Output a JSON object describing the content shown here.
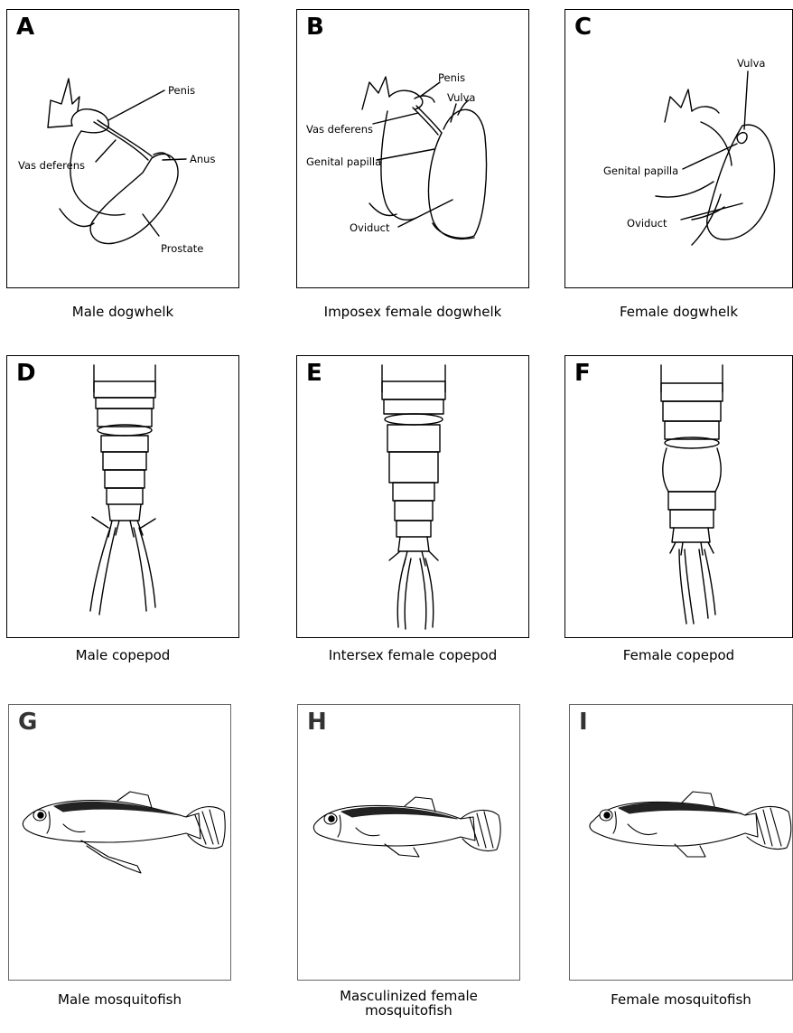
{
  "rows": [
    {
      "group": "dogwhelk",
      "panels": [
        {
          "letter": "A",
          "caption": "Male dogwhelk",
          "labels": {
            "penis": "Penis",
            "vas_deferens": "Vas deferens",
            "anus": "Anus",
            "prostate": "Prostate"
          }
        },
        {
          "letter": "B",
          "caption": "Imposex female dogwhelk",
          "labels": {
            "penis": "Penis",
            "vulva": "Vulva",
            "vas_deferens": "Vas deferens",
            "genital_papilla": "Genital papilla",
            "oviduct": "Oviduct"
          }
        },
        {
          "letter": "C",
          "caption": "Female dogwhelk",
          "labels": {
            "vulva": "Vulva",
            "genital_papilla": "Genital papilla",
            "oviduct": "Oviduct"
          }
        }
      ]
    },
    {
      "group": "copepod",
      "panels": [
        {
          "letter": "D",
          "caption": "Male copepod"
        },
        {
          "letter": "E",
          "caption": "Intersex female copepod"
        },
        {
          "letter": "F",
          "caption": "Female copepod"
        }
      ]
    },
    {
      "group": "mosquitofish",
      "panels": [
        {
          "letter": "G",
          "caption": "Male mosquitofish"
        },
        {
          "letter": "H",
          "caption_line1": "Masculinized female",
          "caption_line2": "mosquitofish"
        },
        {
          "letter": "I",
          "caption": "Female mosquitofish"
        }
      ]
    }
  ]
}
